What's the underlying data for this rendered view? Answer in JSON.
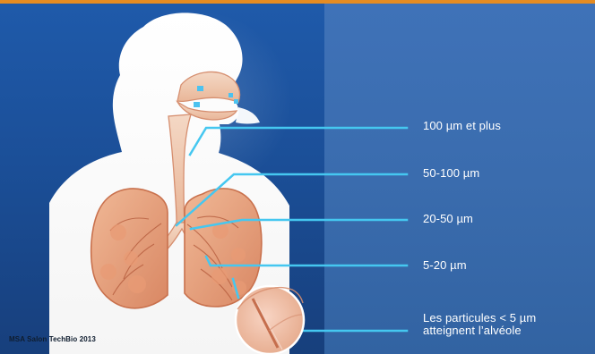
{
  "labels": {
    "size_1": "100 µm et plus",
    "size_2": "50-100 µm",
    "size_3": "20-50 µm",
    "size_4": "5-20 µm",
    "size_5_line_1": "Les particules < 5 µm",
    "size_5_line_2": "atteignent l’alvéole"
  },
  "credit": "MSA Salon TechBio 2013",
  "colors": {
    "top_accent": "#e68c22",
    "left_bg": "#1f5aaa",
    "right_bg": "#3f72b8",
    "body_silhouette": "#ffffff",
    "lungs": "#e39f7a",
    "airway": "#efc6a8",
    "guide_lines": "#45c7f0"
  },
  "icons": {
    "human": "human-silhouette-icon",
    "lungs": "lungs-icon",
    "airway": "airway-icon",
    "alveolus": "alveolus-icon"
  }
}
